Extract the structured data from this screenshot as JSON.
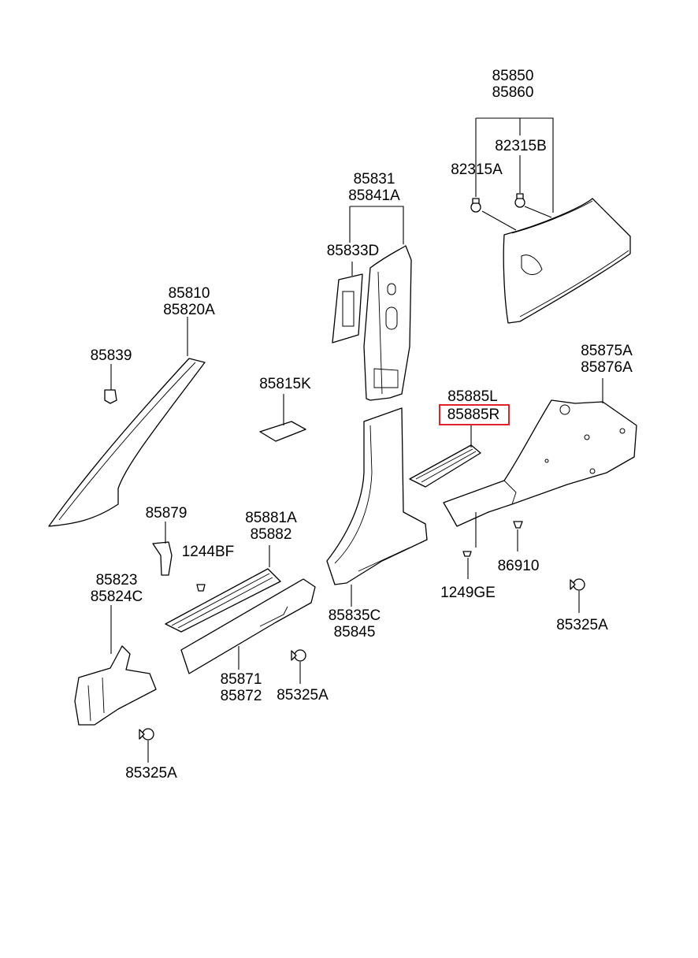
{
  "diagram": {
    "highlight_color": "#e0202a",
    "callouts": {
      "c_85850": [
        "85850",
        "85860"
      ],
      "c_82315B": [
        "82315B"
      ],
      "c_82315A": [
        "82315A"
      ],
      "c_85831": [
        "85831",
        "85841A"
      ],
      "c_85833D": [
        "85833D"
      ],
      "c_85810": [
        "85810",
        "85820A"
      ],
      "c_85839": [
        "85839"
      ],
      "c_85815K": [
        "85815K"
      ],
      "c_85875A": [
        "85875A",
        "85876A"
      ],
      "c_85885L": [
        "85885L"
      ],
      "c_85885R": [
        "85885R"
      ],
      "c_85879": [
        "85879"
      ],
      "c_85881A": [
        "85881A",
        "85882"
      ],
      "c_1244BF": [
        "1244BF"
      ],
      "c_86910": [
        "86910"
      ],
      "c_1249GE": [
        "1249GE"
      ],
      "c_85823": [
        "85823",
        "85824C"
      ],
      "c_85835C": [
        "85835C",
        "85845"
      ],
      "c_85325A_r": [
        "85325A"
      ],
      "c_85871": [
        "85871",
        "85872"
      ],
      "c_85325A_m": [
        "85325A"
      ],
      "c_85325A_b": [
        "85325A"
      ]
    },
    "highlighted_part": "85885R"
  }
}
